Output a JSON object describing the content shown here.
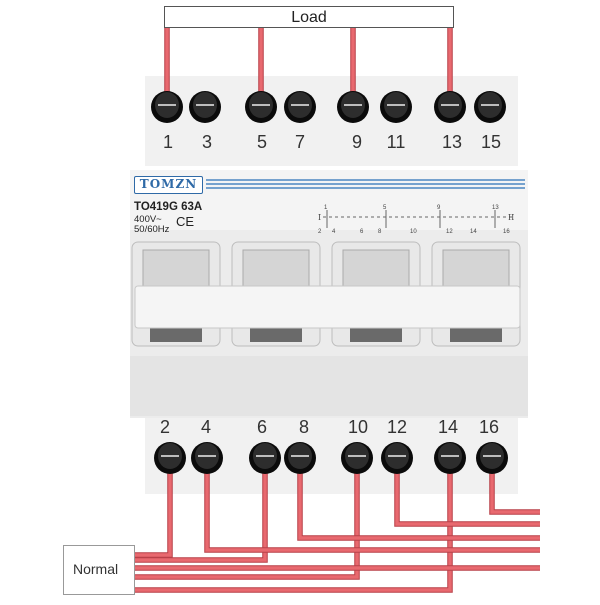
{
  "load_label": "Load",
  "normal_label": "Normal",
  "brand": "TOMZN",
  "model": "TO419G 63A",
  "rating_voltage": "400V~",
  "rating_freq": "50/60Hz",
  "ce_mark": "CE",
  "top_terminals": [
    "1",
    "3",
    "5",
    "7",
    "9",
    "11",
    "13",
    "15"
  ],
  "bottom_terminals": [
    "2",
    "4",
    "6",
    "8",
    "10",
    "12",
    "14",
    "16"
  ],
  "schematic": {
    "top_numbers": [
      "1",
      "5",
      "9",
      "13"
    ],
    "bottom_numbers": [
      "2",
      "4",
      "6",
      "8",
      "10",
      "12",
      "14",
      "16"
    ],
    "left_mark": "I",
    "right_mark": "II"
  },
  "colors": {
    "wire": "#e8696f",
    "accent": "#2f6aa7",
    "body": "#ececec"
  }
}
